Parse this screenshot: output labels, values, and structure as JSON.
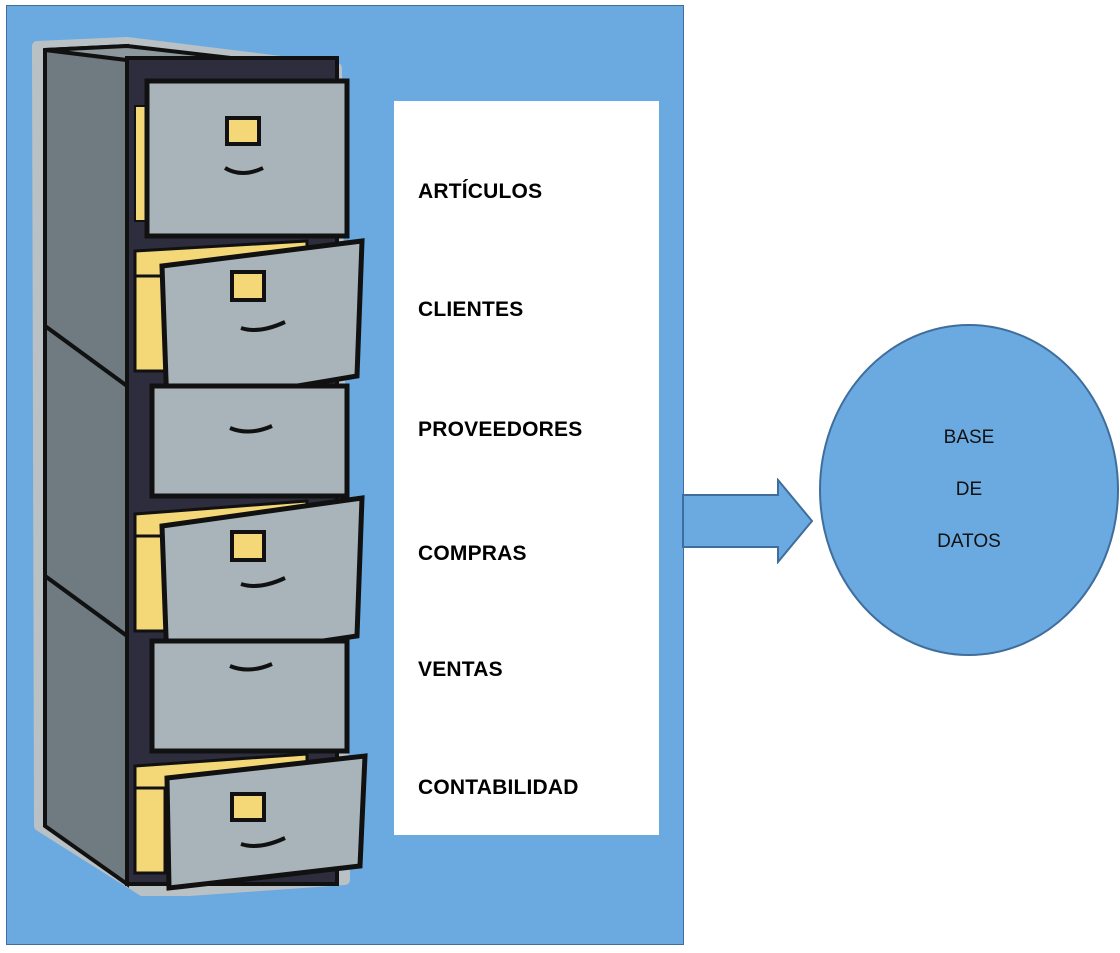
{
  "categories": [
    "ARTÍCULOS",
    "CLIENTES",
    "PROVEEDORES",
    "COMPRAS",
    "VENTAS",
    "CONTABILIDAD"
  ],
  "target": {
    "line1": "BASE",
    "line2": "DE",
    "line3": "DATOS"
  },
  "colors": {
    "panel": "#6aaae0",
    "panel_border": "#3f6e9c",
    "circle": "#6aaae0",
    "cabinet_front": "#a8b4b9",
    "cabinet_side": "#6e7a80",
    "folder": "#f4d877"
  },
  "icons": {
    "cabinet": "filing-cabinet-icon",
    "arrow": "right-arrow-icon"
  }
}
